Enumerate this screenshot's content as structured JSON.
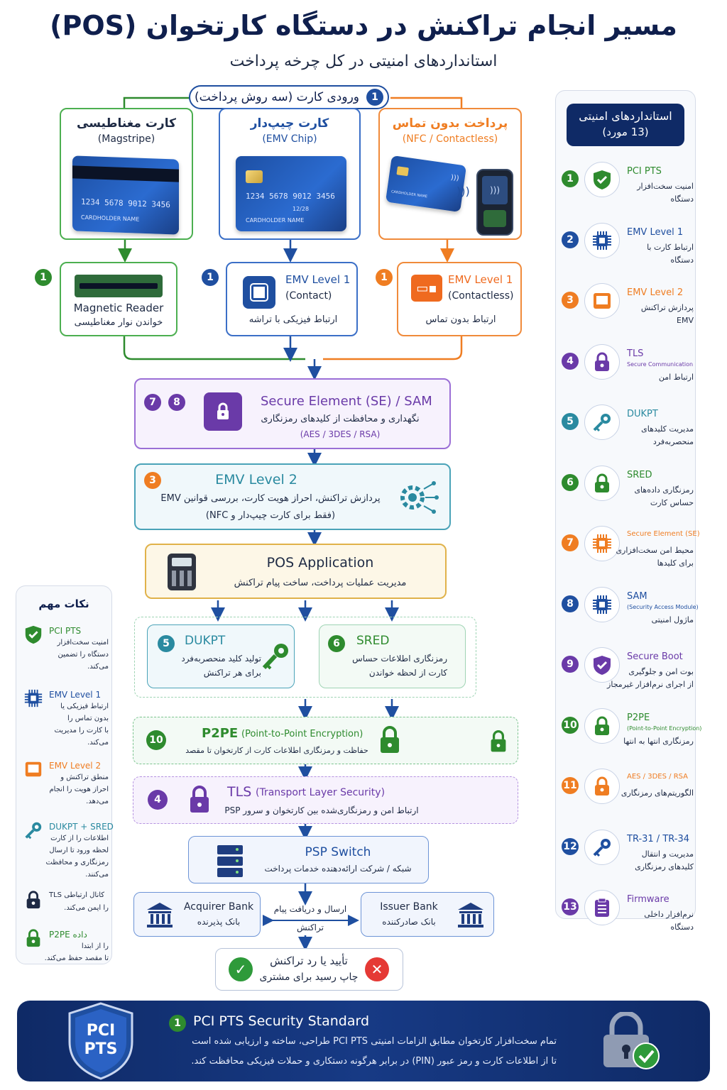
{
  "header": {
    "title": "مسیر انجام تراکنش در دستگاه کارتخوان (POS)",
    "subtitle": "استانداردهای امنیتی در کل چرخه پرداخت"
  },
  "card_entry": {
    "step": "1",
    "label": "ورودی کارت (سه روش پرداخت)",
    "methods": [
      {
        "title": "کارت مغناطیسی",
        "subtitle": "(Magstripe)",
        "card_number": "1234 5678 9012 3456",
        "card_holder": "CARDHOLDER NAME"
      },
      {
        "title": "کارت چیپ‌دار",
        "subtitle": "(EMV Chip)",
        "card_number": "1234 5678 9012 3456",
        "card_expiry": "12/28",
        "card_holder": "CARDHOLDER NAME"
      },
      {
        "title": "پرداخت بدون تماس",
        "subtitle": "(NFC / Contactless)",
        "card_holder": "CARDHOLDER NAME"
      }
    ]
  },
  "readers": [
    {
      "step": "1",
      "title": "Magnetic Reader",
      "desc": "خواندن نوار مغناطیسی"
    },
    {
      "step": "1",
      "title": "EMV Level 1",
      "subtitle": "(Contact)",
      "desc": "ارتباط فیزیکی با تراشه"
    },
    {
      "step": "1",
      "title": "EMV Level 1",
      "subtitle": "(Contactless)",
      "desc": "ارتباط بدون تماس"
    }
  ],
  "secure_element": {
    "steps": [
      "7",
      "8"
    ],
    "title": "Secure Element (SE) / SAM",
    "desc": "نگهداری و محافظت از کلیدهای رمزنگاری",
    "algos": "(AES / 3DES / RSA)"
  },
  "emv_level2": {
    "step": "3",
    "title": "EMV Level 2",
    "desc1": "پردازش تراکنش، احراز هویت کارت، بررسی قوانین EMV",
    "desc2": "(فقط برای کارت چیپ‌دار و NFC)"
  },
  "pos_app": {
    "title": "POS Application",
    "desc": "مدیریت عملیات پرداخت، ساخت پیام تراکنش"
  },
  "dukpt": {
    "step": "5",
    "title": "DUKPT",
    "desc1": "تولید کلید منحصربه‌فرد",
    "desc2": "برای هر تراکنش"
  },
  "sred": {
    "step": "6",
    "title": "SRED",
    "desc1": "رمزنگاری اطلاعات حساس",
    "desc2": "کارت از لحظه خواندن"
  },
  "p2pe": {
    "step": "10",
    "title": "P2PE",
    "title_en": "(Point-to-Point Encryption)",
    "desc": "حفاظت و رمزنگاری اطلاعات کارت از کارتخوان تا مقصد"
  },
  "tls": {
    "step": "4",
    "title": "TLS",
    "title_en": "(Transport Layer Security)",
    "desc": "ارتباط امن و رمزنگاری‌شده بین کارتخوان و سرور PSP"
  },
  "psp": {
    "title": "PSP Switch",
    "desc": "شبکه / شرکت ارائه‌دهنده خدمات پرداخت"
  },
  "acquirer": {
    "title": "Acquirer Bank",
    "desc": "بانک پذیرنده"
  },
  "issuer": {
    "title": "Issuer Bank",
    "desc": "بانک صادرکننده"
  },
  "exchange": {
    "line1": "ارسال و دریافت پیام",
    "line2": "تراکنش"
  },
  "result": {
    "line1": "تأیید یا رد تراکنش",
    "line2": "چاپ رسید برای مشتری"
  },
  "standards_panel": {
    "title": "استانداردهای امنیتی",
    "count": "(13 مورد)",
    "items": [
      {
        "n": "1",
        "name": "PCI PTS",
        "sub": "",
        "d1": "امنیت سخت‌افزار",
        "d2": "دستگاه",
        "color": "#2e8b2e",
        "icon": "shield-check-icon"
      },
      {
        "n": "2",
        "name": "EMV Level 1",
        "sub": "",
        "d1": "ارتباط کارت با",
        "d2": "دستگاه",
        "color": "#1f4fa0",
        "icon": "chip-icon"
      },
      {
        "n": "3",
        "name": "EMV Level 2",
        "sub": "",
        "d1": "پردازش تراکنش",
        "d2": "EMV",
        "color": "#ef7d22",
        "icon": "terminal-icon"
      },
      {
        "n": "4",
        "name": "TLS",
        "sub": "Secure Communication",
        "d1": "ارتباط امن",
        "d2": "",
        "color": "#6a3aa8",
        "icon": "lock-icon"
      },
      {
        "n": "5",
        "name": "DUKPT",
        "sub": "",
        "d1": "مدیریت کلیدهای",
        "d2": "منحصربه‌فرد",
        "color": "#2a8aa0",
        "icon": "key-icon"
      },
      {
        "n": "6",
        "name": "SRED",
        "sub": "",
        "d1": "رمزنگاری داده‌های",
        "d2": "حساس کارت",
        "color": "#2e8b2e",
        "icon": "lock-icon"
      },
      {
        "n": "7",
        "name": "Secure Element (SE)",
        "sub": "",
        "d1": "محیط امن سخت‌افزاری",
        "d2": "برای کلیدها",
        "color": "#ef7d22",
        "icon": "chip-icon"
      },
      {
        "n": "8",
        "name": "SAM",
        "sub": "(Security Access Module)",
        "d1": "ماژول امنیتی",
        "d2": "",
        "color": "#1f4fa0",
        "icon": "chip-icon"
      },
      {
        "n": "9",
        "name": "Secure Boot",
        "sub": "",
        "d1": "بوت امن و جلوگیری",
        "d2": "از اجرای نرم‌افزار غیرمجاز",
        "color": "#6a3aa8",
        "icon": "shield-check-icon"
      },
      {
        "n": "10",
        "name": "P2PE",
        "sub": "(Point-to-Point Encryption)",
        "d1": "رمزنگاری انتها به انتها",
        "d2": "",
        "color": "#2e8b2e",
        "icon": "lock-icon"
      },
      {
        "n": "11",
        "name": "AES / 3DES / RSA",
        "sub": "",
        "d1": "الگوریتم‌های رمزنگاری",
        "d2": "",
        "color": "#ef7d22",
        "icon": "lock-icon"
      },
      {
        "n": "12",
        "name": "TR-31 / TR-34",
        "sub": "",
        "d1": "مدیریت و انتقال",
        "d2": "کلیدهای رمزنگاری",
        "color": "#1f4fa0",
        "icon": "key-icon"
      },
      {
        "n": "13",
        "name": "Firmware",
        "sub": "",
        "d1": "نرم‌افزار داخلی",
        "d2": "دستگاه",
        "color": "#6a3aa8",
        "icon": "clipboard-icon"
      }
    ]
  },
  "notes_panel": {
    "title": "نکات مهم",
    "items": [
      {
        "name": "PCI PTS",
        "lines": [
          "امنیت سخت‌افزار",
          "دستگاه را تضمین",
          "می‌کند."
        ],
        "color": "#2e8b2e",
        "icon": "shield-check-icon"
      },
      {
        "name": "EMV Level 1",
        "lines": [
          "ارتباط فیزیکی یا",
          "بدون تماس را",
          "با کارت را مدیریت",
          "می‌کند."
        ],
        "color": "#1f4fa0",
        "icon": "chip-icon"
      },
      {
        "name": "EMV Level 2",
        "lines": [
          "منطق تراکنش و",
          "احراز هویت را انجام",
          "می‌دهد."
        ],
        "color": "#ef7d22",
        "icon": "terminal-icon"
      },
      {
        "name": "DUKPT + SRED",
        "lines": [
          "اطلاعات را از کارت",
          "لحظه ورود تا ارسال",
          "رمزنگاری و محافظت",
          "می‌کنند."
        ],
        "color": "#2a8aa0",
        "icon": "key-icon"
      },
      {
        "name": "TLS کانال ارتباطی",
        "lines": [
          "را ایمن می‌کند."
        ],
        "color": "#1e2a44",
        "icon": "lock-icon"
      },
      {
        "name": "P2PE داده",
        "lines": [
          "را از ابتدا",
          "تا مقصد حفظ می‌کند."
        ],
        "color": "#2e8b2e",
        "icon": "lock-icon"
      }
    ]
  },
  "banner": {
    "badge_line1": "PCI",
    "badge_line2": "PTS",
    "step": "1",
    "title": "PCI PTS  Security Standard",
    "line1": "تمام سخت‌افزار کارتخوان مطابق الزامات امنیتی PCI PTS طراحی، ساخته و ارزیابی شده است",
    "line2": "تا از اطلاعات کارت و رمز عبور (PIN) در برابر هرگونه دستکاری و حملات فیزیکی محافظت کند."
  }
}
